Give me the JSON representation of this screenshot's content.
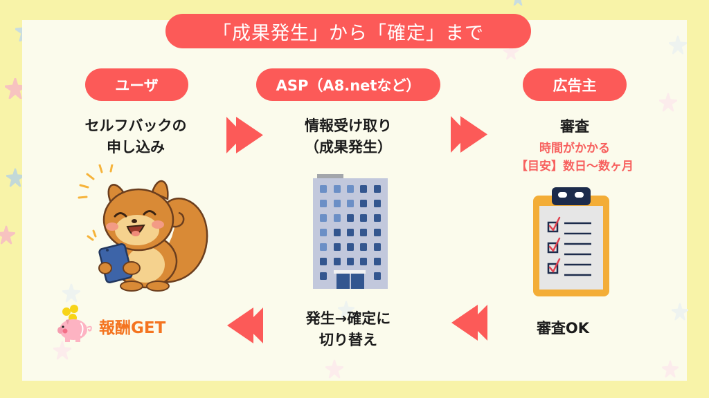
{
  "title": "「成果発生」から「確定」まで",
  "colors": {
    "outer_background": "#f8f3a8",
    "panel_background": "#fbfbec",
    "accent_red": "#fc5a58",
    "note_red": "#f7605e",
    "reward_orange": "#f47420",
    "text_dark": "#1b1b1b"
  },
  "roles": [
    {
      "label": "ユーザ"
    },
    {
      "label": "ASP（A8.netなど）"
    },
    {
      "label": "広告主"
    }
  ],
  "steps": {
    "user_action": {
      "line1": "セルフバックの",
      "line2": "申し込み"
    },
    "asp_action": {
      "line1": "情報受け取り",
      "line2": "（成果発生）"
    },
    "advertiser_action": {
      "line1": "審査"
    },
    "advertiser_note": {
      "line1": "時間がかかる",
      "line2": "【目安】数日〜数ヶ月"
    },
    "review_ok": {
      "line1": "審査OK"
    },
    "switch": {
      "line1": "発生→確定に",
      "line2": "切り替え"
    },
    "reward": {
      "line1": "報酬GET"
    }
  },
  "icons": {
    "squirrel": "squirrel-with-phone-illustration",
    "building": "office-building-icon",
    "clipboard": "checklist-clipboard-icon",
    "piggy_bank": "piggy-bank-coins-icon",
    "arrow_forward": "double-arrow-right-icon",
    "arrow_back": "double-arrow-left-icon"
  }
}
